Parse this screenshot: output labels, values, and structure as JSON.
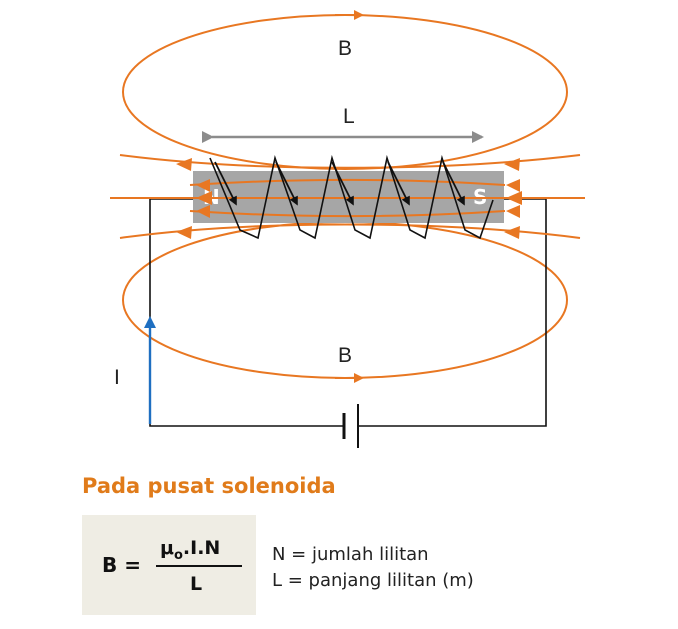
{
  "diagram": {
    "label_field_top": "B",
    "label_field_bottom": "B",
    "label_length": "L",
    "label_current": "I",
    "pole_north": "N",
    "pole_south": "S"
  },
  "caption": {
    "heading": "Pada pusat solenoida"
  },
  "formula": {
    "lhs": "B =",
    "numerator_mu": "μ",
    "numerator_sub": "o",
    "numerator_rest": ".I.N",
    "denominator": "L"
  },
  "legend": {
    "line_n": "N = jumlah lilitan",
    "line_l": "L = panjang lilitan (m)"
  },
  "colors": {
    "field_line": "#e87722",
    "current_arrow": "#1f6fc1",
    "core": "#a6a6a6",
    "length_arrow": "#8c8c8c",
    "heading": "#e07b1a",
    "formula_box": "#efede4"
  }
}
